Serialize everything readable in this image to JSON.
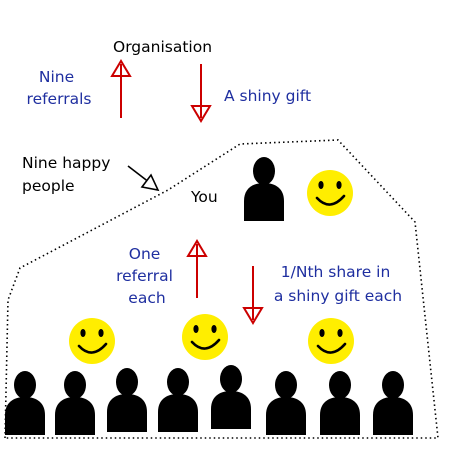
{
  "diagram": {
    "labels": {
      "organisation": "Organisation",
      "nine_referrals": [
        "Nine",
        "referrals"
      ],
      "shiny_gift": "A shiny gift",
      "nine_happy_people": [
        "Nine happy",
        "people"
      ],
      "you": "You",
      "one_referral_each": [
        "One",
        "referral",
        "each"
      ],
      "share_each": [
        "1/Nth share in",
        "a shiny gift each"
      ]
    },
    "colors": {
      "text": "#000000",
      "blue_text": "#1f2fa0",
      "arrow_red": "#cc0000",
      "smiley_fill": "#ffee00",
      "person_fill": "#000000",
      "boundary": "#000000"
    },
    "icons": {
      "person": "person-silhouette-icon",
      "smiley": "smiley-face-icon"
    }
  }
}
